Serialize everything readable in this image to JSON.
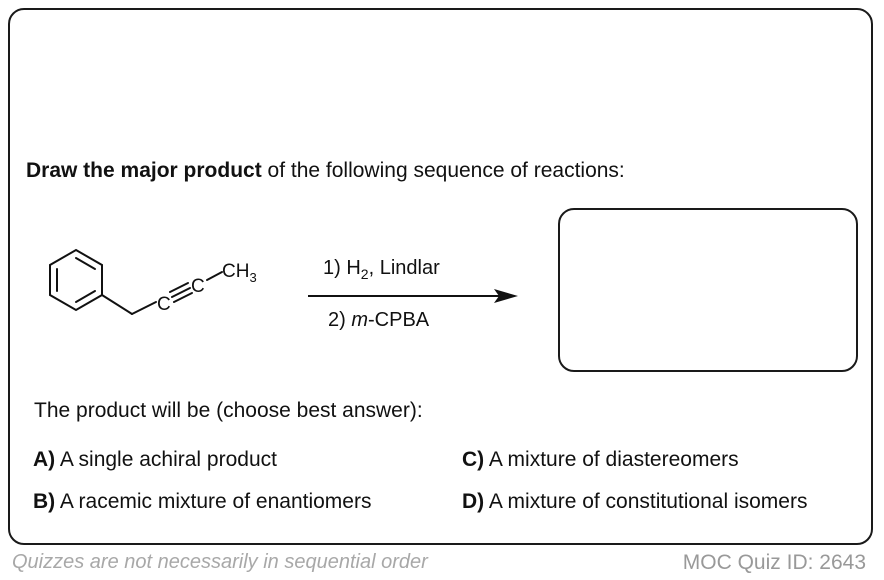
{
  "question": {
    "bold": "Draw the major product",
    "rest": " of the following sequence of reactions:"
  },
  "reaction": {
    "ch3_label": "CH",
    "ch3_sub": "3",
    "c_label": "C",
    "step1_prefix": "1) H",
    "step1_sub": "2",
    "step1_suffix": ", Lindlar",
    "step2_prefix": "2) ",
    "step2_italic": "m",
    "step2_suffix": "-CPBA"
  },
  "prompt": "The product will be (choose best answer):",
  "options": [
    {
      "letter": "A)",
      "text": " A single achiral product"
    },
    {
      "letter": "B)",
      "text": " A racemic mixture of enantiomers"
    },
    {
      "letter": "C)",
      "text": " A mixture of diastereomers"
    },
    {
      "letter": "D)",
      "text": " A mixture of constitutional isomers"
    }
  ],
  "footer": {
    "left": "Quizzes are not necessarily in sequential order",
    "right": "MOC Quiz ID: 2643"
  }
}
